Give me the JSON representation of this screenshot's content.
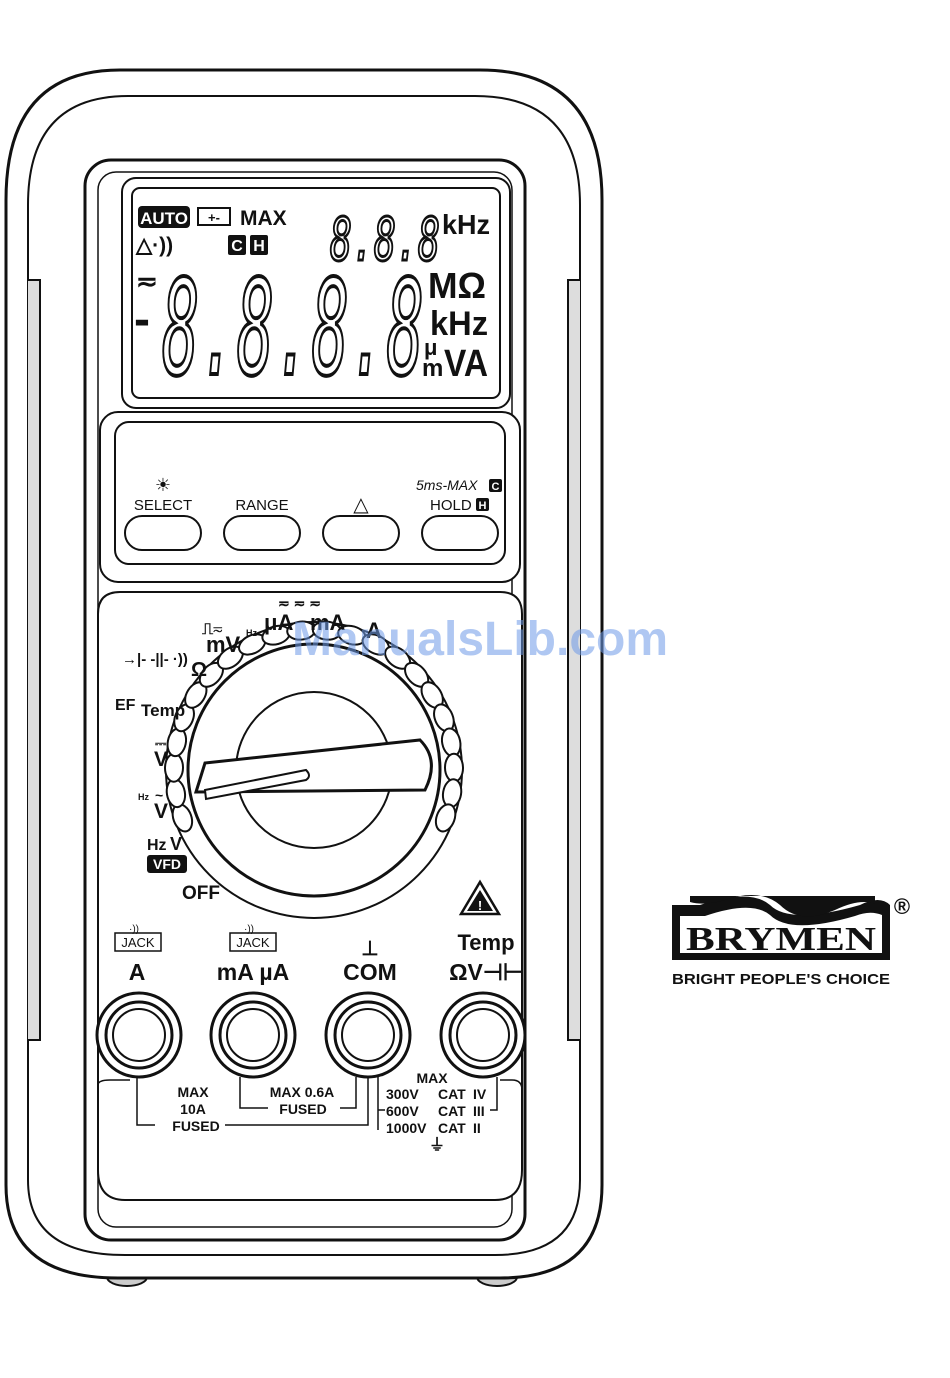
{
  "lcd": {
    "auto": "AUTO",
    "battery": "+-",
    "max": "MAX",
    "c_flag": "C",
    "h_flag": "H",
    "delta_beep": "△·))",
    "sub_digits": "8.8.8",
    "sub_unit": "kHz",
    "main_digits": "8.8.8.8",
    "minus": "-",
    "unit_mohm": "MΩ",
    "unit_khz": "kHz",
    "unit_u": "μ",
    "unit_m": "m",
    "unit_va": "VA",
    "acdc_symbol": "≂"
  },
  "buttons": {
    "select_icon": "☀",
    "select": "SELECT",
    "range": "RANGE",
    "delta": "△",
    "hold_top": "5ms-MAX",
    "hold_top_badge": "C",
    "hold": "HOLD",
    "hold_badge": "H"
  },
  "dial": {
    "pos_mv": "mV",
    "pos_mv_hz": "Hz",
    "pos_ua": "μA",
    "pos_ma": "mA",
    "pos_a": "A",
    "pos_ohm_syms": "→|- -||- ·))",
    "pos_ohm": "Ω",
    "pos_ef": "EF",
    "pos_temp": "Temp",
    "pos_vdc": "V",
    "pos_vac_hz": "Hz",
    "pos_vac": "V",
    "pos_vfd_hz": "Hz",
    "pos_vfd_v": "V",
    "pos_vfd": "VFD",
    "pos_off": "OFF"
  },
  "terminals": {
    "jack": "JACK",
    "a": "A",
    "ma_ua": "mA µA",
    "com": "COM",
    "com_symbol": "⊥",
    "temp": "Temp",
    "v_ohm": "ΩV⊣⊢",
    "warning_symbol": "!"
  },
  "ratings": {
    "a_line1": "MAX",
    "a_line2": "10A",
    "a_line3": "FUSED",
    "ma_line1": "MAX 0.6A",
    "ma_line2": "FUSED",
    "v_max": "MAX",
    "v_300": "300V",
    "v_600": "600V",
    "v_1000": "1000V",
    "cat": "CAT",
    "cat4": "IV",
    "cat3": "III",
    "cat2": "II",
    "ground": "⏚"
  },
  "logo": {
    "brand": "BRYMEN",
    "tagline": "BRIGHT PEOPLE'S CHOICE",
    "registered": "®"
  },
  "watermark": "ManualsLib.com"
}
